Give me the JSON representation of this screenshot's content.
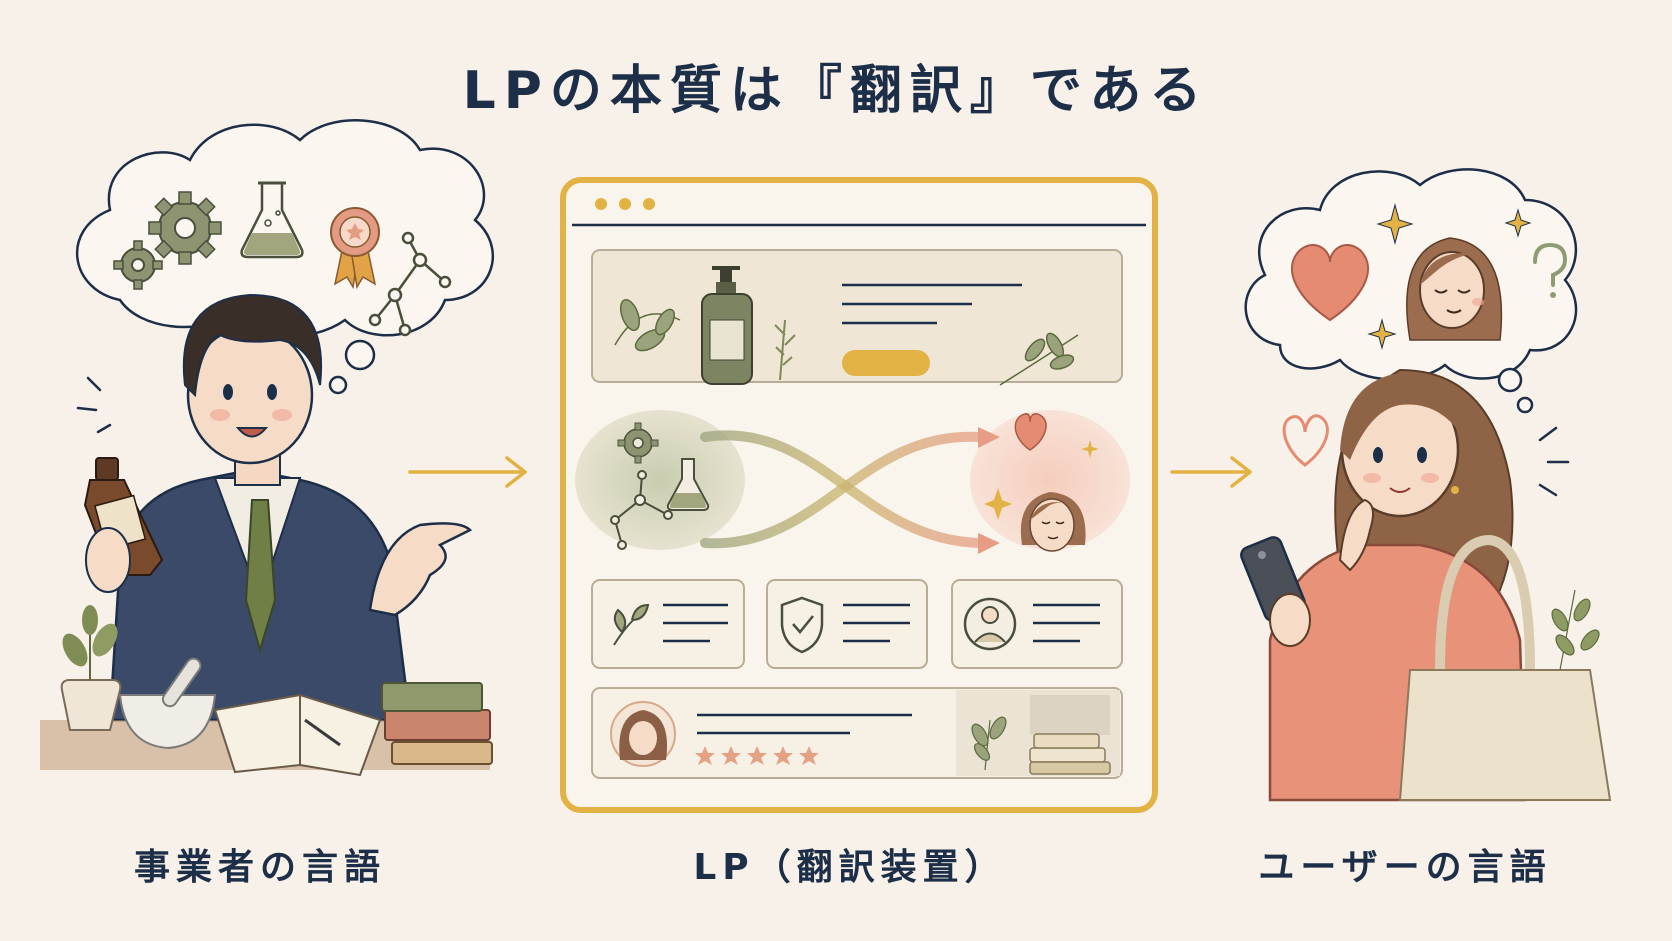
{
  "title": "LPの本質は『翻訳』である",
  "captions": {
    "business": "事業者の言語",
    "lp": "LP（翻訳装置）",
    "user": "ユーザーの言語"
  },
  "colors": {
    "background": "#f8f1e9",
    "ink": "#1d2f48",
    "accent_gold": "#e2b244",
    "sage": "#8e9c74",
    "coral": "#e48b72",
    "suit": "#3b4a68"
  },
  "icons": [
    "gear-icon",
    "flask-icon",
    "award-ribbon-icon",
    "molecule-icon",
    "heart-icon",
    "sparkle-icon",
    "question-icon",
    "shield-check-icon",
    "leaf-icon",
    "user-profile-icon",
    "star-icon"
  ]
}
